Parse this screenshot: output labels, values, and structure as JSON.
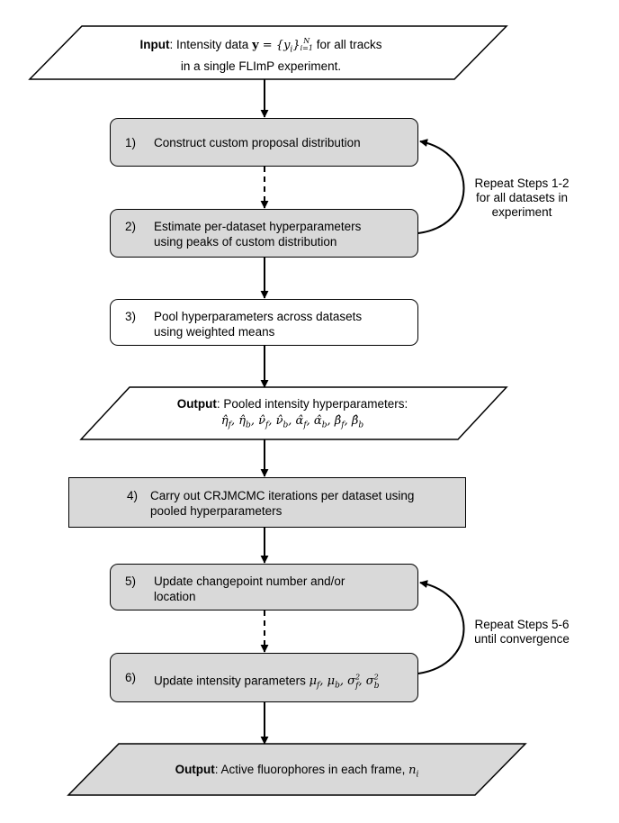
{
  "input": {
    "label": "Input",
    "line1_text": ": Intensity data ",
    "line1_math_bold": "y",
    "line1_math": " = {y",
    "line1_math_sub": "i",
    "line1_math_close": "}",
    "line1_math_range_sub": "i=1",
    "line1_math_range_sup": "N",
    "line1_tail": " for all tracks",
    "line2": "in a single FLImP experiment."
  },
  "steps": {
    "s1": {
      "num": "1)",
      "line1": "Construct custom proposal distribution"
    },
    "s2": {
      "num": "2)",
      "line1": "Estimate per-dataset hyperparameters",
      "line2": "using peaks of custom distribution"
    },
    "s3": {
      "num": "3)",
      "line1": "Pool hyperparameters across datasets",
      "line2": "using weighted means"
    },
    "s4": {
      "num": "4)",
      "line1": "Carry out CRJMCMC iterations per dataset using",
      "line2": "pooled hyperparameters"
    },
    "s5": {
      "num": "5)",
      "line1": "Update changepoint number and/or",
      "line2": "location"
    },
    "s6": {
      "num": "6)",
      "line1": "Update intensity parameters ",
      "math": "μ_f, μ_b, σ_f², σ_b²"
    }
  },
  "pooled_output": {
    "label": "Output",
    "line1_tail": ": Pooled intensity hyperparameters:",
    "line2": "η̂_f, η̂_b, ν̂_f, ν̂_b, α̂_f, α̂_b, β̂_f, β̂_b"
  },
  "final_output": {
    "label": "Output",
    "tail": ": Active fluorophores in each frame, ",
    "math": "n_i"
  },
  "notes": {
    "repeat12": [
      "Repeat Steps 1-2",
      "for all datasets in",
      "experiment"
    ],
    "repeat56": [
      "Repeat Steps 5-6",
      "until convergence"
    ]
  },
  "colors": {
    "gray_fill": "#d9d9d9",
    "line": "#000000"
  }
}
